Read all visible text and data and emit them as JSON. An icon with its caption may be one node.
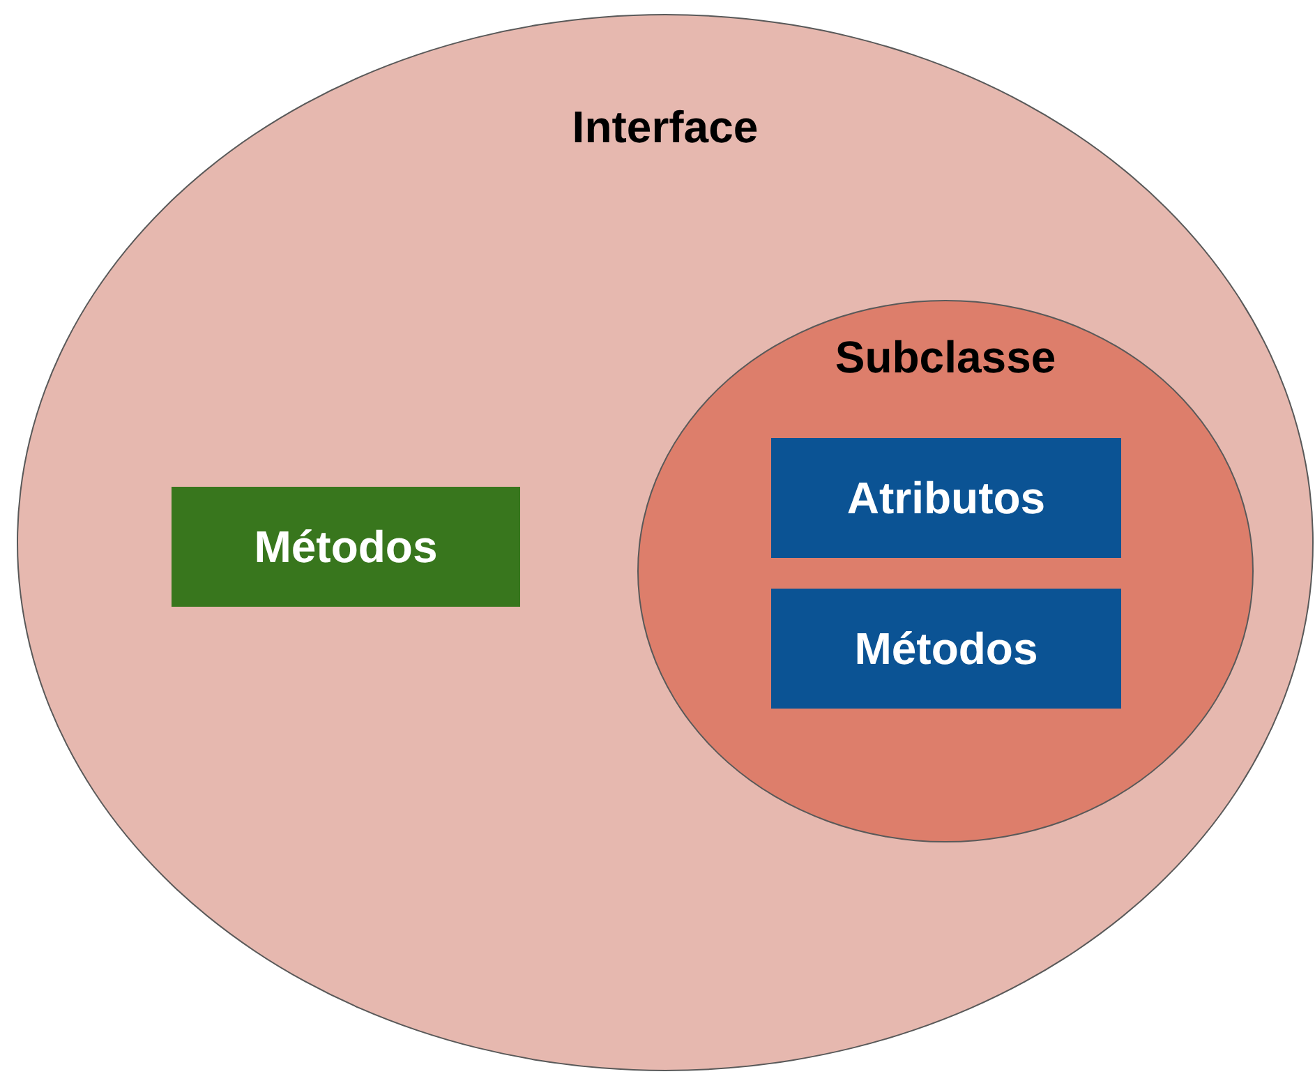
{
  "diagram": {
    "nodes": [
      {
        "text": [
          "Interface"
        ]
      },
      {
        "text": [
          "Métodos"
        ],
        "in": 0
      },
      {
        "text": [
          "Subclasse"
        ],
        "in": 0
      },
      {
        "text": [
          "Atributos"
        ],
        "in": 2
      },
      {
        "text": [
          "Métodos"
        ],
        "in": 2
      }
    ]
  }
}
